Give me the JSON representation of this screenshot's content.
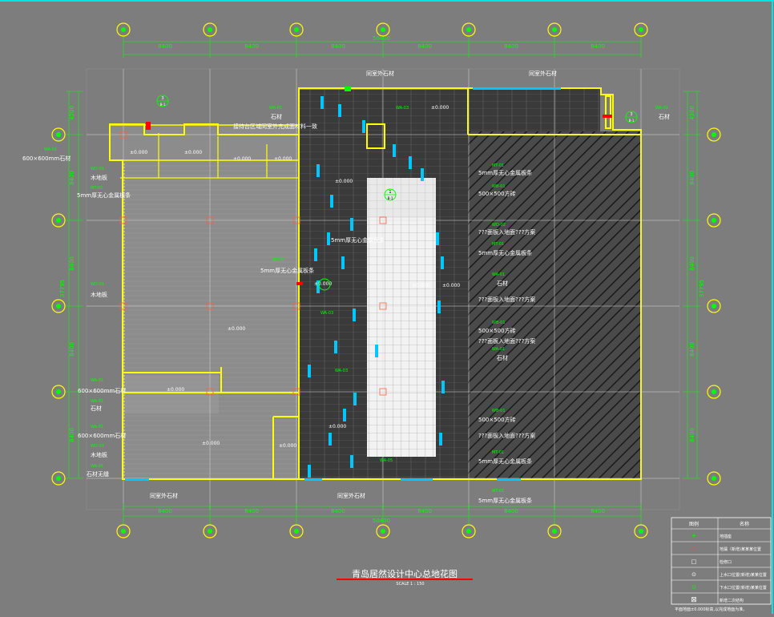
{
  "drawing": {
    "title": "青岛居然设计中心总地花图",
    "scale": "SCALE 1 : 150",
    "bg_color": "#7d7d7d",
    "frame_color": "#00e5e5"
  },
  "colors": {
    "grid": "#ffffff",
    "dim": "#00ff00",
    "wall": "#ffff00",
    "tag": "#00ff00",
    "cyan": "#00e5ff",
    "red": "#ff0000",
    "stone": "#3c3c3c",
    "hatch": "#1a1a1a"
  },
  "dimensions": {
    "top_segments": [
      "8400",
      "8400",
      "8400",
      "8400",
      "8400",
      "8400"
    ],
    "top_total": "50400",
    "bottom_segments": [
      "8400",
      "8400",
      "8400",
      "8400",
      "8400",
      "8400"
    ],
    "bottom_total": "50400",
    "left_segments": [
      "4200",
      "8400",
      "8400",
      "8400",
      "8400"
    ],
    "left_total": "37795",
    "right_segments": [
      "4200",
      "8400",
      "8400",
      "8400",
      "8400"
    ],
    "right_total": "37795"
  },
  "annotations": [
    {
      "id": "a1",
      "text": "同室外石材"
    },
    {
      "id": "a2",
      "text": "同室外石材"
    },
    {
      "id": "a3",
      "text": "同室外石材"
    },
    {
      "id": "a4",
      "text": "同室外石材"
    },
    {
      "id": "a5",
      "text": "接待台区域同室外完成面材料一致"
    },
    {
      "id": "a6",
      "text": "600×600mm石材"
    },
    {
      "id": "a7",
      "text": "木地板"
    },
    {
      "id": "a8",
      "text": "5mm厚无心金属板条"
    },
    {
      "id": "a9",
      "text": "5mm厚无心金属板条"
    },
    {
      "id": "a10",
      "text": "5mm厚无心金属板条"
    },
    {
      "id": "a11",
      "text": "木地板"
    },
    {
      "id": "a12",
      "text": "600×600mm石材"
    },
    {
      "id": "a13",
      "text": "石材"
    },
    {
      "id": "a14",
      "text": "600×600mm石材"
    },
    {
      "id": "a15",
      "text": "木地板"
    },
    {
      "id": "a16",
      "text": "石材无缝"
    },
    {
      "id": "a17",
      "text": "石材"
    },
    {
      "id": "a18",
      "text": "石材"
    },
    {
      "id": "a19",
      "text": "5mm厚无心金属板条"
    },
    {
      "id": "a20",
      "text": "500×500方砖"
    },
    {
      "id": "a21",
      "text": "???面板入地面???方案"
    },
    {
      "id": "a22",
      "text": "5mm厚无心金属板条"
    },
    {
      "id": "a23",
      "text": "石材"
    },
    {
      "id": "a24",
      "text": "???面板入地面???方案"
    },
    {
      "id": "a25",
      "text": "500×500方砖"
    },
    {
      "id": "a26",
      "text": "???面板入地面???方案"
    },
    {
      "id": "a27",
      "text": "石材"
    },
    {
      "id": "a28",
      "text": "500×500方砖"
    },
    {
      "id": "a29",
      "text": "???面板入地面???方案"
    },
    {
      "id": "a30",
      "text": "5mm厚无心金属板条"
    },
    {
      "id": "a31",
      "text": "5mm厚无心金属板条"
    }
  ],
  "tags": [
    "WA-01",
    "WA-02",
    "WD-01",
    "MT-02",
    "MT-01",
    "WA-03",
    "WA-04",
    "WB-01",
    "WD-02",
    "WB-03",
    "WA-05"
  ],
  "levels": [
    "±0.000",
    "±0.000",
    "±0.000",
    "±0.000",
    "±0.000",
    "±0.000",
    "±0.000",
    "±0.000",
    "±0.000",
    "±0.000",
    "±0.000",
    "±0.000",
    "±0.000",
    "±0.000"
  ],
  "section_marks": [
    "3",
    "B-1",
    "3",
    "B-1",
    "1",
    "B-1"
  ],
  "legend": {
    "header_symbol": "图例",
    "header_name": "名称",
    "rows": [
      {
        "symbol_color": "#00ff00",
        "symbol": "+",
        "name": "地插座"
      },
      {
        "symbol_color": "#ff4040",
        "symbol": "○",
        "name": "地漏（新增)某某某位置"
      },
      {
        "symbol_color": "#ffffff",
        "symbol": "□",
        "name": "检修口"
      },
      {
        "symbol_color": "#ffffff",
        "symbol": "⊙",
        "name": "上水口位置(新增)某某位置"
      },
      {
        "symbol_color": "#00ff00",
        "symbol": "⊙",
        "name": "下水口位置(新增)某某位置"
      },
      {
        "symbol_color": "#ffffff",
        "symbol": "⊠",
        "name": "新增二次结构"
      }
    ],
    "note": "平面地面±0.000标高,以完成地面为准。"
  },
  "axis_bubbles": {
    "top": [
      "",
      "",
      "",
      "",
      "",
      "",
      ""
    ],
    "left": [
      "",
      "",
      "",
      "",
      "",
      ""
    ]
  }
}
